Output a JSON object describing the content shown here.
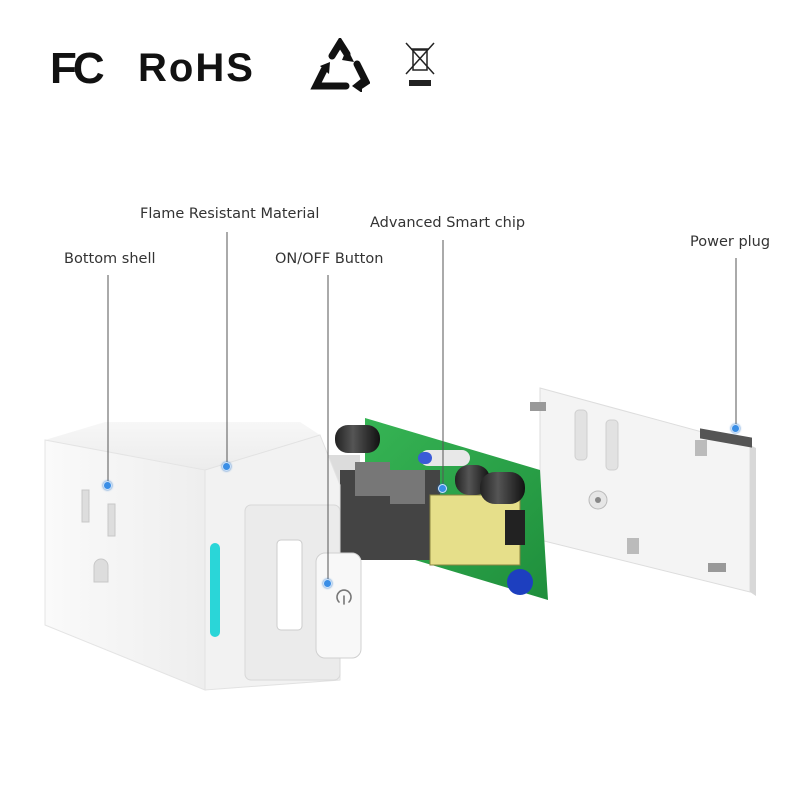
{
  "certifications": {
    "fc": {
      "label": "FC",
      "icon": "fcc-logo-icon"
    },
    "rohs": {
      "label": "RoHS",
      "icon": "rohs-logo-icon"
    },
    "recycle": {
      "icon": "recycle-triangle-icon"
    },
    "weee": {
      "icon": "crossed-bin-weee-icon"
    }
  },
  "callouts": [
    {
      "id": "bottom-shell",
      "label": "Bottom shell"
    },
    {
      "id": "flame-resistant",
      "label": "Flame Resistant Material"
    },
    {
      "id": "on-off-button",
      "label": "ON/OFF Button"
    },
    {
      "id": "smart-chip",
      "label": "Advanced Smart chip"
    },
    {
      "id": "power-plug",
      "label": "Power plug"
    }
  ],
  "colors": {
    "callout_dot": "#3a8ee6",
    "led": "#2ad6d8",
    "pcb": "#2aa84a",
    "transformer": "#e6df8a"
  },
  "product": {
    "power_icon": "power-icon"
  }
}
